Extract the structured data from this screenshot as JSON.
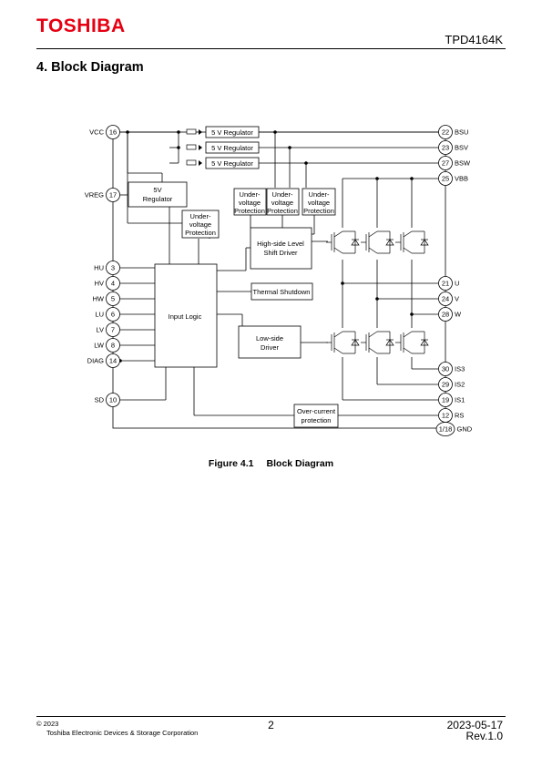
{
  "header": {
    "logo": "TOSHIBA",
    "part_number": "TPD4164K"
  },
  "section": {
    "title": "4. Block Diagram"
  },
  "diagram": {
    "pins_left": [
      {
        "num": "16",
        "label": "VCC"
      },
      {
        "num": "17",
        "label": "VREG"
      },
      {
        "num": "3",
        "label": "HU"
      },
      {
        "num": "4",
        "label": "HV"
      },
      {
        "num": "5",
        "label": "HW"
      },
      {
        "num": "6",
        "label": "LU"
      },
      {
        "num": "7",
        "label": "LV"
      },
      {
        "num": "8",
        "label": "LW"
      },
      {
        "num": "14",
        "label": "DIAG"
      },
      {
        "num": "10",
        "label": "SD"
      }
    ],
    "pins_right": [
      {
        "num": "22",
        "label": "BSU"
      },
      {
        "num": "23",
        "label": "BSV"
      },
      {
        "num": "27",
        "label": "BSW"
      },
      {
        "num": "25",
        "label": "VBB"
      },
      {
        "num": "21",
        "label": "U"
      },
      {
        "num": "24",
        "label": "V"
      },
      {
        "num": "28",
        "label": "W"
      },
      {
        "num": "30",
        "label": "IS3"
      },
      {
        "num": "29",
        "label": "IS2"
      },
      {
        "num": "19",
        "label": "IS1"
      },
      {
        "num": "12",
        "label": "RS"
      },
      {
        "num": "1/18",
        "label": "GND"
      }
    ],
    "regulators": [
      "5 V Regulator",
      "5 V Regulator",
      "5 V Regulator"
    ],
    "reg5v": [
      "5V",
      "Regulator"
    ],
    "uvp": [
      "Under-",
      "voltage",
      "Protection"
    ],
    "hs_driver": [
      "High-side Level",
      "Shift Driver"
    ],
    "ls_driver": [
      "Low-side",
      "Driver"
    ],
    "input_logic": "Input Logic",
    "thermal": "Thermal Shutdown",
    "ocp": [
      "Over-current",
      "protection"
    ]
  },
  "caption": {
    "number": "Figure 4.1",
    "text": "Block Diagram"
  },
  "footer": {
    "copyright": "© 2023",
    "company": "Toshiba Electronic Devices & Storage Corporation",
    "page": "2",
    "date": "2023-05-17",
    "revision": "Rev.1.0"
  }
}
